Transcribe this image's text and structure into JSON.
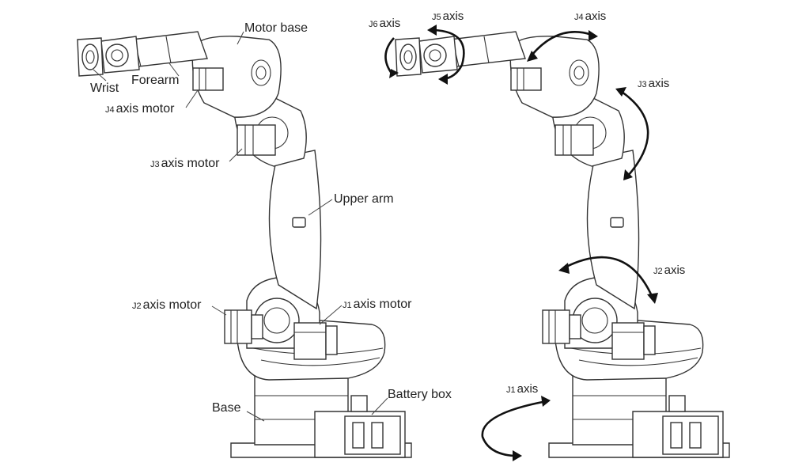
{
  "left_diagram": {
    "labels": {
      "motor_base": "Motor base",
      "wrist": "Wrist",
      "forearm": "Forearm",
      "j4_prefix": "J4",
      "j4_motor": "axis motor",
      "j3_prefix": "J3",
      "j3_motor": "axis motor",
      "upper_arm": "Upper arm",
      "j2_prefix": "J2",
      "j2_motor": "axis motor",
      "j1_prefix": "J1",
      "j1_motor": "axis motor",
      "base": "Base",
      "battery_box": "Battery box"
    }
  },
  "right_diagram": {
    "axes": {
      "j6_prefix": "J6",
      "j6": "axis",
      "j5_prefix": "J5",
      "j5": "axis",
      "j4_prefix": "J4",
      "j4": "axis",
      "j3_prefix": "J3",
      "j3": "axis",
      "j2_prefix": "J2",
      "j2": "axis",
      "j1_prefix": "J1",
      "j1": "axis"
    }
  }
}
